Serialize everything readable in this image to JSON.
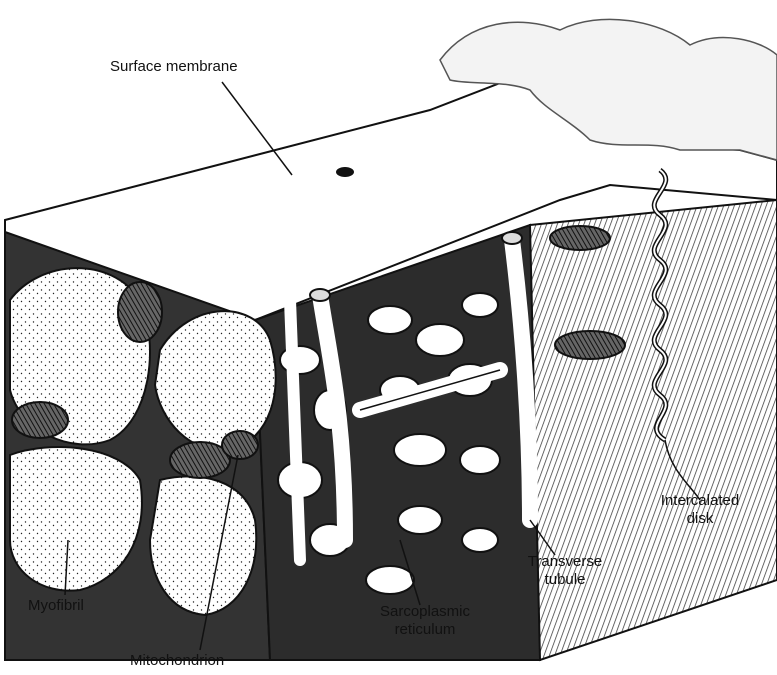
{
  "labels": {
    "surface_membrane": "Surface membrane",
    "intercalated_disk_1": "Intercalated",
    "intercalated_disk_2": "disk",
    "transverse_tubule_1": "Transverse",
    "transverse_tubule_2": "tubule",
    "sarcoplasmic_reticulum_1": "Sarcoplasmic",
    "sarcoplasmic_reticulum_2": "reticulum",
    "myofibril": "Myofibril",
    "mitochondrion": "Mitochondrion"
  },
  "colors": {
    "ink": "#111111",
    "paper": "#ffffff",
    "shade": "#3a3a3a"
  }
}
